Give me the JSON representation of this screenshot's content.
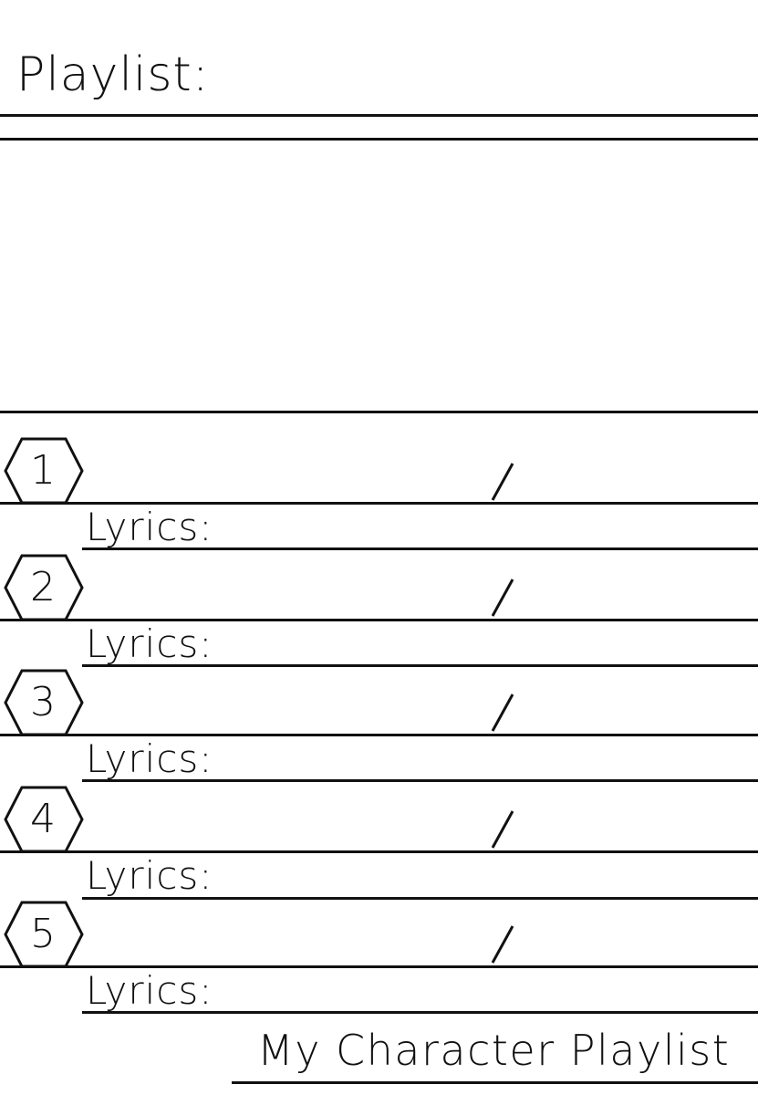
{
  "header": {
    "title": "Playlist:"
  },
  "songs": [
    {
      "number": "1",
      "separator": "/",
      "lyrics_label": "Lyrics:"
    },
    {
      "number": "2",
      "separator": "/",
      "lyrics_label": "Lyrics:"
    },
    {
      "number": "3",
      "separator": "/",
      "lyrics_label": "Lyrics:"
    },
    {
      "number": "4",
      "separator": "/",
      "lyrics_label": "Lyrics:"
    },
    {
      "number": "5",
      "separator": "/",
      "lyrics_label": "Lyrics:"
    }
  ],
  "footer": {
    "caption": "My Character Playlist"
  },
  "colors": {
    "ink": "#111111",
    "background": "#ffffff"
  }
}
